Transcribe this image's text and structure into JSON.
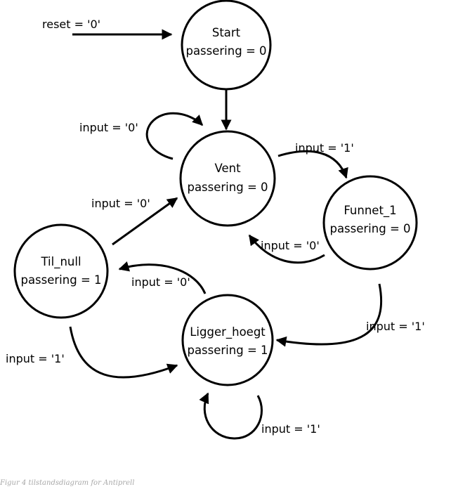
{
  "diagram": {
    "reset_label": "reset = '0'",
    "states": {
      "start": {
        "name": "Start",
        "output": "passering = 0"
      },
      "vent": {
        "name": "Vent",
        "output": "passering = 0"
      },
      "funnet": {
        "name": "Funnet_1",
        "output": "passering = 0"
      },
      "tilnull": {
        "name": "Til_null",
        "output": "passering = 1"
      },
      "ligger": {
        "name": "Ligger_hoegt",
        "output": "passering = 1"
      }
    },
    "transitions": {
      "vent_self": "input = '0'",
      "vent_to_funnet": "input = '1'",
      "tilnull_to_vent": "input = '0'",
      "funnet_to_vent": "input = '0'",
      "ligger_to_tilnull": "input = '0'",
      "funnet_to_ligger": "input = '1'",
      "tilnull_to_ligger": "input = '1'",
      "ligger_self": "input = '1'"
    },
    "caption": "Figur 4 tilstandsdiagram for Antiprell"
  }
}
